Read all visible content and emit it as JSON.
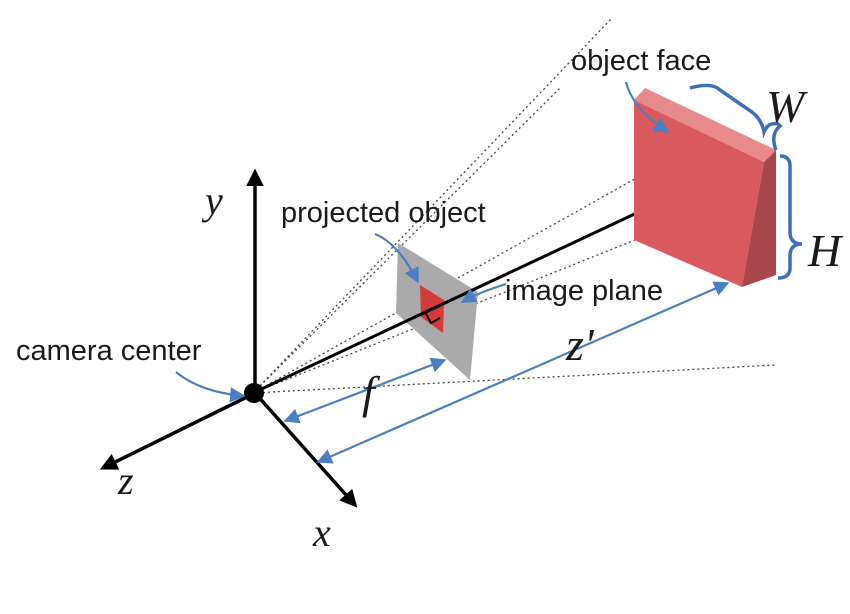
{
  "labels": {
    "object_face": "object face",
    "projected_object": "projected object",
    "image_plane": "image plane",
    "camera_center": "camera center",
    "width_symbol": "W",
    "height_symbol": "H",
    "focal_symbol": "f",
    "distance_symbol": "z'",
    "axis_x": "x",
    "axis_y": "y",
    "axis_z": "z"
  },
  "colors": {
    "object_fill": "#d9595e",
    "object_side": "#a8474b",
    "object_top": "#e88a8c",
    "image_plane_fill": "#aaaaaa",
    "projection_fill": "#d63b3b",
    "annotation_blue": "#4a7fc1",
    "axis_color": "#000000"
  }
}
